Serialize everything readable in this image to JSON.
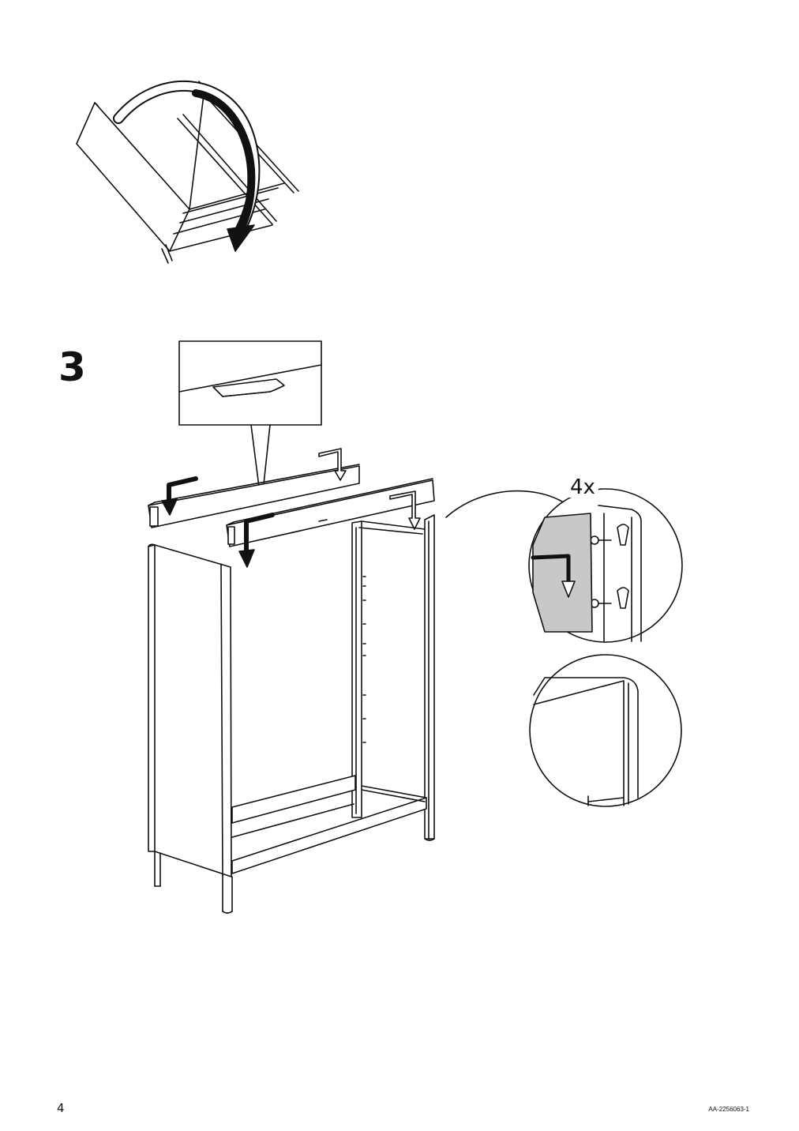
{
  "page": {
    "page_number": "4",
    "document_code": "AA-2256063-1"
  },
  "step": {
    "number": "3",
    "quantity_label": "4x"
  }
}
